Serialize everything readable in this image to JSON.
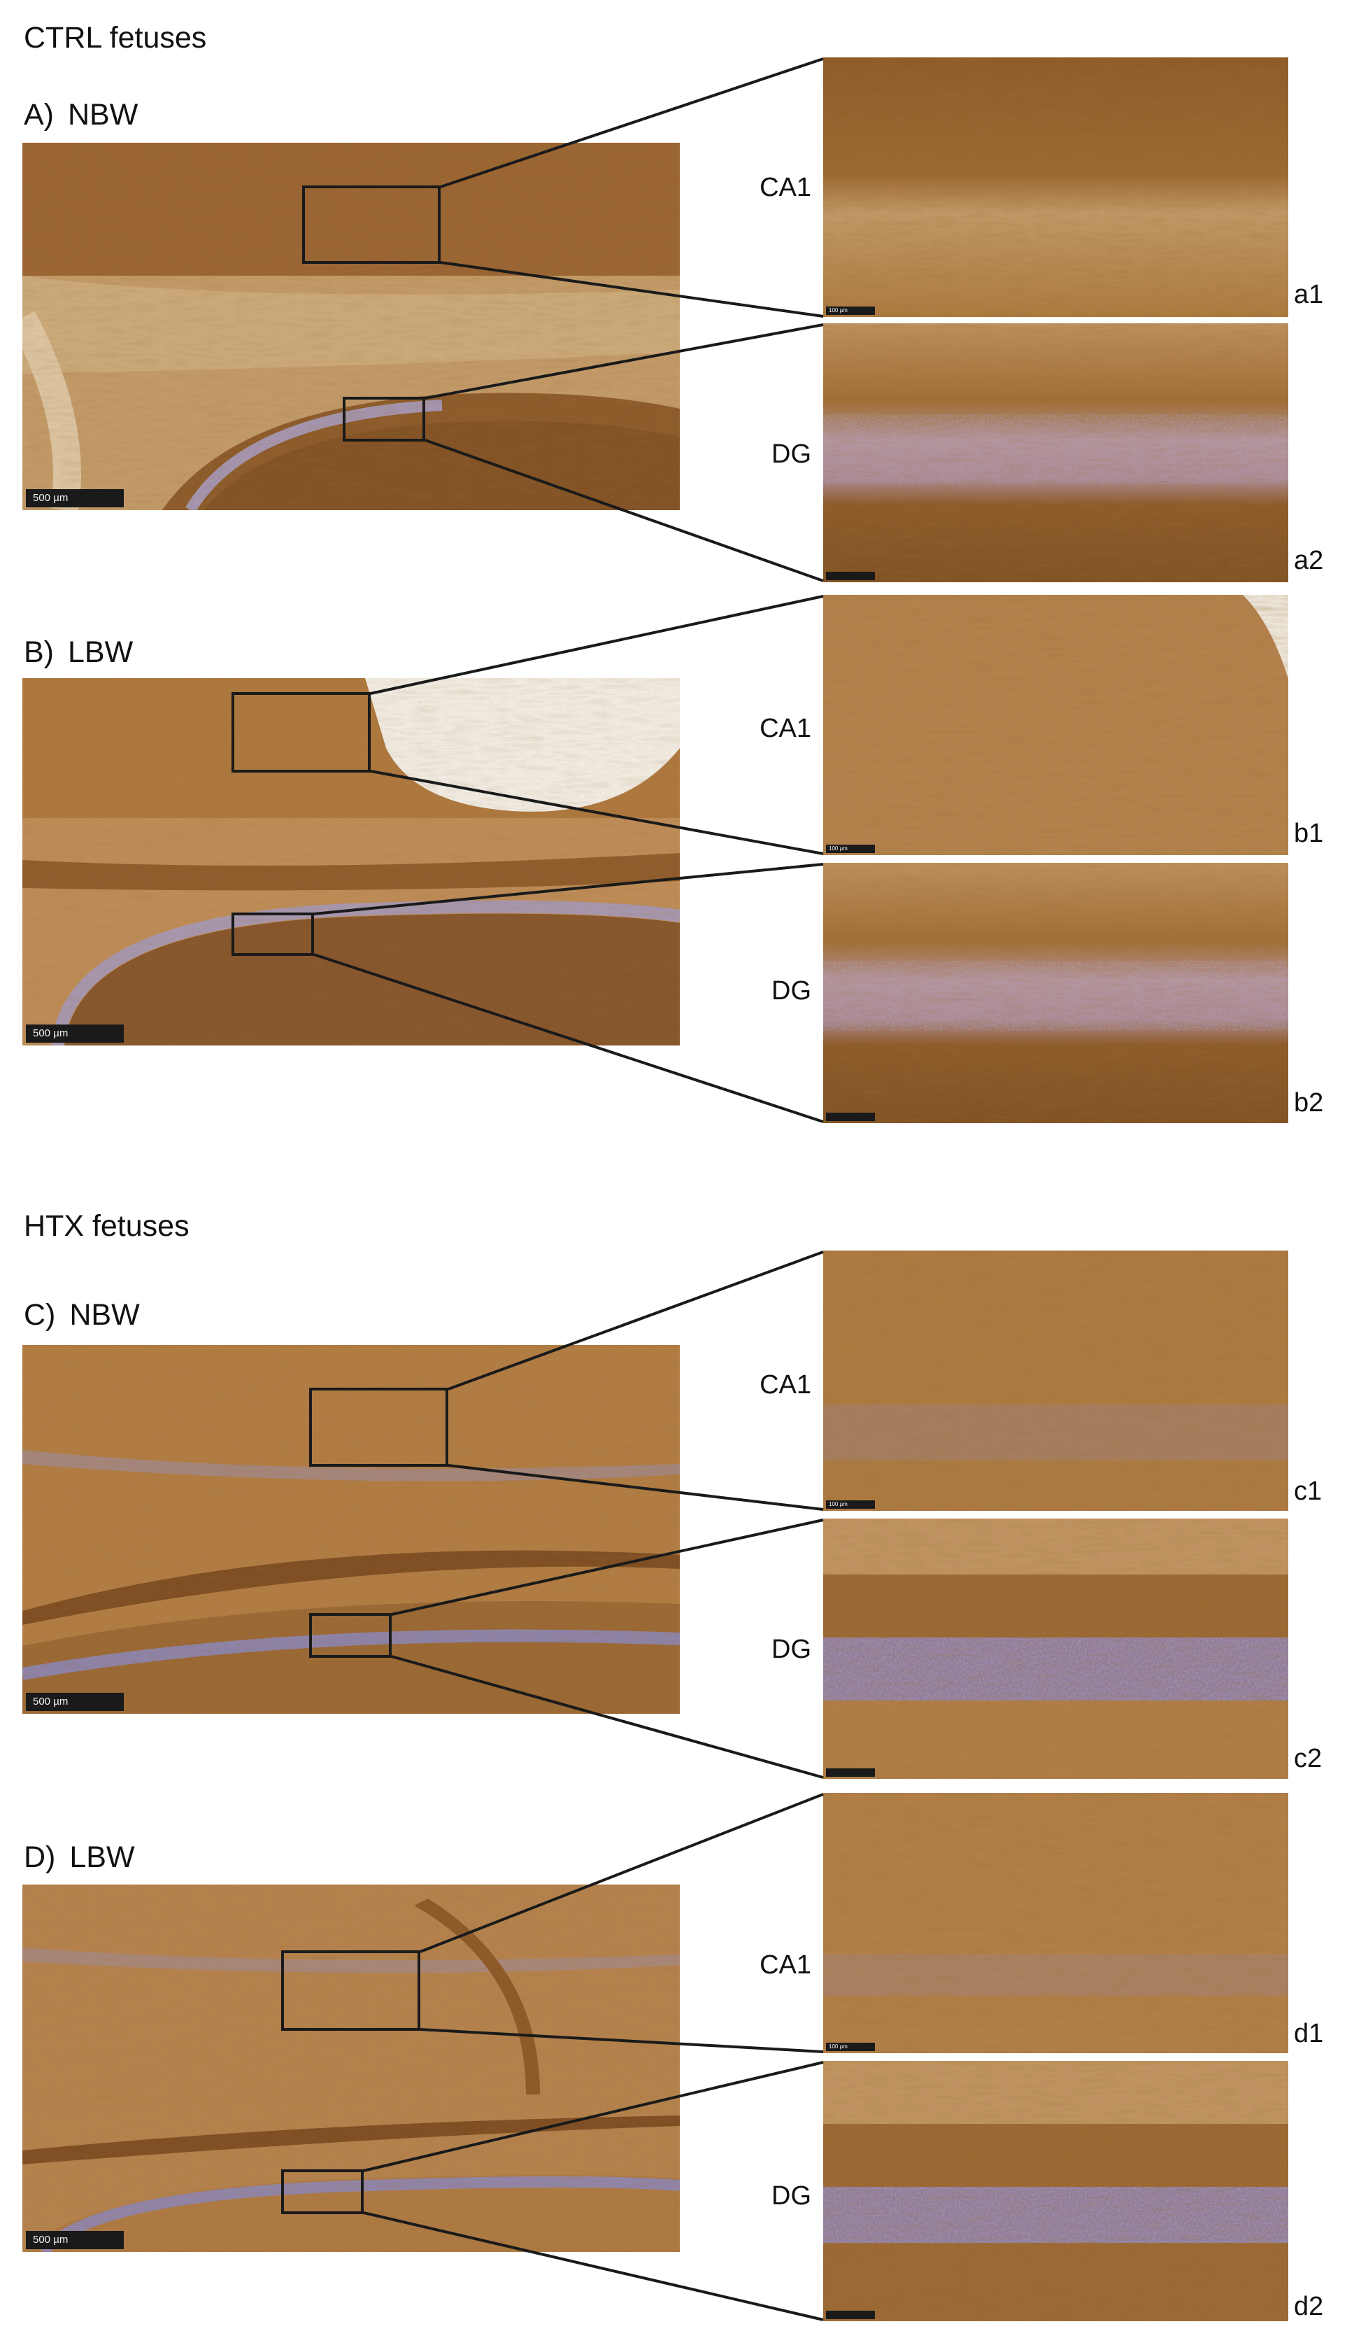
{
  "groups": {
    "ctrl": {
      "title": "CTRL fetuses"
    },
    "htx": {
      "title": "HTX fetuses"
    }
  },
  "panels": {
    "A": {
      "letter": "A)",
      "label": "NBW",
      "scale": "500 µm"
    },
    "B": {
      "letter": "B)",
      "label": "LBW",
      "scale": "500 µm"
    },
    "C": {
      "letter": "C)",
      "label": "NBW",
      "scale": "500 µm"
    },
    "D": {
      "letter": "D)",
      "label": "LBW",
      "scale": "500 µm"
    }
  },
  "insets": {
    "a1": {
      "region": "CA1",
      "label": "a1",
      "scale": "100 µm"
    },
    "a2": {
      "region": "DG",
      "label": "a2",
      "scale": ""
    },
    "b1": {
      "region": "CA1",
      "label": "b1",
      "scale": "100 µm"
    },
    "b2": {
      "region": "DG",
      "label": "b2",
      "scale": ""
    },
    "c1": {
      "region": "CA1",
      "label": "c1",
      "scale": "100 µm"
    },
    "c2": {
      "region": "DG",
      "label": "c2",
      "scale": ""
    },
    "d1": {
      "region": "CA1",
      "label": "d1",
      "scale": "100 µm"
    },
    "d2": {
      "region": "DG",
      "label": "d2",
      "scale": ""
    }
  },
  "colors": {
    "stain_dark": "#7a4a1e",
    "stain_mid": "#a8723a",
    "stain_light": "#d9b68a",
    "nuclei": "#8f86b8"
  }
}
